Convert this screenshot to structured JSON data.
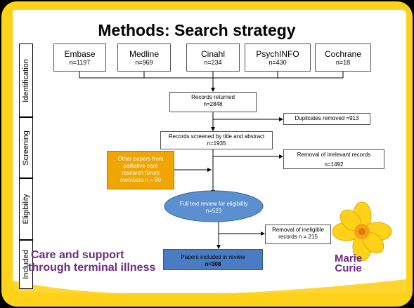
{
  "title": "Methods: Search strategy",
  "stages": [
    "Identification",
    "Screening",
    "Eligibility",
    "Included"
  ],
  "sources": [
    {
      "name": "Embase",
      "count": "n=1197"
    },
    {
      "name": "Medline",
      "count": "n=969"
    },
    {
      "name": "Cinahl",
      "count": "n=234"
    },
    {
      "name": "PsychINFO",
      "count": "n=430"
    },
    {
      "name": "Cochrane",
      "count": "n=18"
    }
  ],
  "records_returned": {
    "label": "Records returned",
    "count": "n=2848"
  },
  "duplicates": {
    "label": "Duplicates removed =913"
  },
  "screened": {
    "label": "Records screened by title and abstract",
    "count": "n=1935"
  },
  "irrelevant": {
    "label": "Removal of irrelevant records",
    "count": "n=1492"
  },
  "other_papers": {
    "line1": "Other papers from",
    "line2": "palliative care",
    "line3": "research forum",
    "line4": "members n = 80"
  },
  "full_text": {
    "label": "Full text review for eligibility",
    "count": "n=523"
  },
  "ineligible": {
    "line1": "Removal of ineligible",
    "line2": "records n = 215"
  },
  "included": {
    "label": "Papers included in review",
    "count": "n=308"
  },
  "tagline": {
    "line1": "Care and support",
    "line2": "through terminal illness"
  },
  "logo": {
    "line1": "Marie",
    "line2": "Curie"
  },
  "colors": {
    "brand_yellow": "#ffd21a",
    "brand_purple": "#6d2a80",
    "orange_box": "#f0a500",
    "blue_box": "#4a7cc4",
    "ellipse": "#5b8fd0"
  }
}
